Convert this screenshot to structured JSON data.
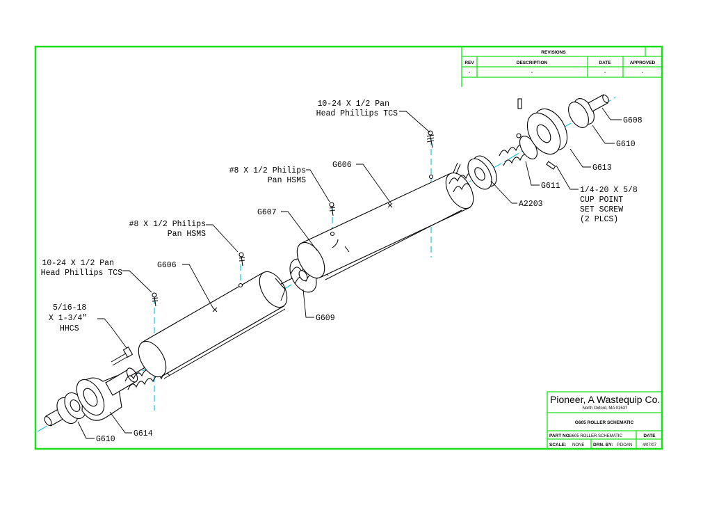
{
  "revisions": {
    "title": "REVISIONS",
    "headers": {
      "rev": "REV",
      "description": "DESCRIPTION",
      "date": "DATE",
      "approved": "APPROVED"
    },
    "row": {
      "rev": "-",
      "description": "-",
      "date": "-",
      "approved": "-"
    }
  },
  "title_block": {
    "company": "Pioneer, A Wastequip Co.",
    "address": "North Oxford, MA   01537",
    "drawing_title": "G605 ROLLER SCHEMATIC",
    "part_no_label": "PART NO.",
    "part_no_value": "G605 ROLLER SCHEMATIC",
    "date_label": "DATE",
    "scale_label": "SCALE:",
    "scale_value": "NONE",
    "drawn_by_label": "DRN. BY:",
    "drawn_by_value": "P.DOAN",
    "date_value": "4/07/07"
  },
  "callouts": {
    "tcs_right": [
      "10-24 X 1/2 Pan",
      "Head Phillips TCS"
    ],
    "hsms_right": [
      "#8 X 1/2 Philips",
      "Pan HSMS"
    ],
    "hsms_left": [
      "#8 X 1/2 Philips",
      "Pan HSMS"
    ],
    "tcs_left": [
      "10-24 X 1/2 Pan",
      "Head Phillips TCS"
    ],
    "hhcs": [
      "5/16-18",
      "X 1-3/4\"",
      "HHCS"
    ],
    "set_screw": [
      "1/4-20 X 5/8",
      "CUP POINT",
      "SET SCREW",
      "(2 PLCS)"
    ],
    "g608": "G608",
    "g610_right": "G610",
    "g613": "G613",
    "g611": "G611",
    "a2203": "A2203",
    "g606_right": "G606",
    "g607": "G607",
    "g606_left": "G606",
    "g609": "G609",
    "g614": "G614",
    "g610_left": "G610"
  }
}
